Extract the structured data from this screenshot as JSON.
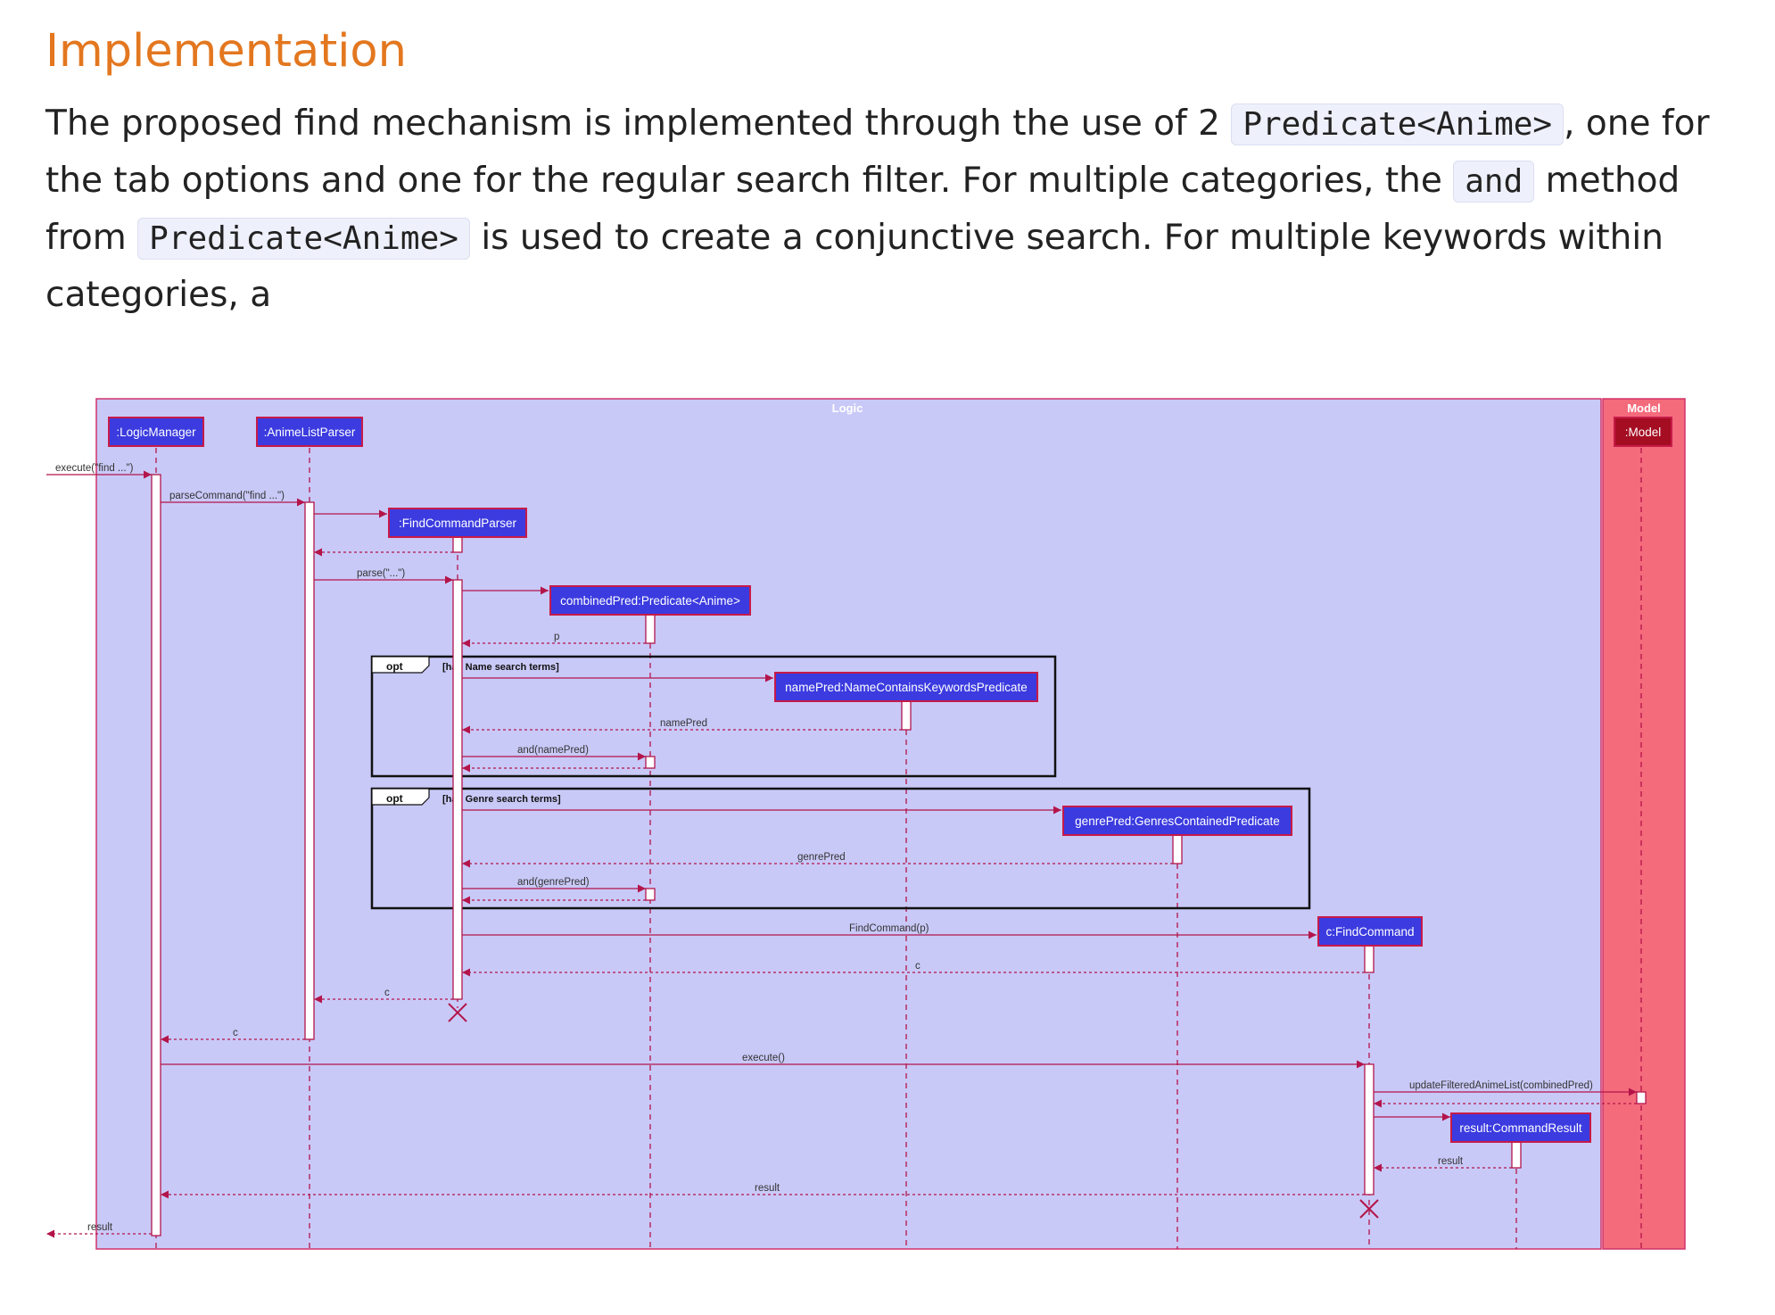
{
  "section": {
    "heading": "Implementation",
    "paragraph": [
      {
        "a": "The proposed find mechanism is implemented through the use of 2 ",
        "code": "Predicate<Anime>",
        "b": ", one for"
      },
      {
        "a": "the tab options and one for the regular search filter. For multiple categories, the ",
        "code": "and",
        "b": " method"
      },
      {
        "a": "from ",
        "code": "Predicate<Anime>",
        "b": " is used to create a conjunctive search. For multiple keywords within"
      },
      {
        "a": "categories, a",
        "code": "",
        "b": ""
      }
    ]
  },
  "diagram": {
    "colors": {
      "logic_bg": "#c9c9f8",
      "model_bg": "#f46b7c",
      "participant_bg": "#3b3be0",
      "model_participant_bg": "#a50d22",
      "arrow": "#b3154a",
      "heading": "#e3771f"
    },
    "logic_label": "Logic",
    "model_label": "Model",
    "participants": {
      "logic_manager": ":LogicManager",
      "parser": ":AnimeListParser",
      "find_parser": ":FindCommandParser",
      "combined_pred": "combinedPred:Predicate<Anime>",
      "name_pred": "namePred:NameContainsKeywordsPredicate",
      "genre_pred": "genrePred:GenresContainedPredicate",
      "find_command": "c:FindCommand",
      "command_result": "result:CommandResult",
      "model": ":Model"
    },
    "fragments": {
      "opt1_op": "opt",
      "opt1_guard": "[has Name search terms]",
      "opt2_op": "opt",
      "opt2_guard": "[has Genre search terms]"
    },
    "messages": {
      "execute_find": "execute(\"find ...\")",
      "parse_command": "parseCommand(\"find ...\")",
      "parse": "parse(\"...\")",
      "p": "p",
      "name_pred_return": "namePred",
      "and_name": "and(namePred)",
      "genre_pred_return": "genrePred",
      "and_genre": "and(genrePred)",
      "find_command_create": "FindCommand(p)",
      "c1": "c",
      "c2": "c",
      "c3": "c",
      "execute": "execute()",
      "update": "updateFilteredAnimeList(combinedPred)",
      "result1": "result",
      "result2": "result",
      "result3": "result"
    }
  }
}
